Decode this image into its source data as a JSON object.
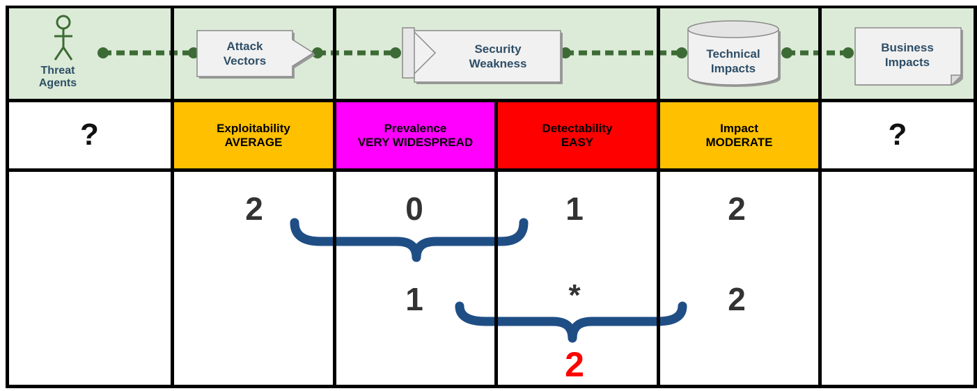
{
  "header": {
    "threat_agents": "Threat\nAgents",
    "attack_vectors": "Attack\nVectors",
    "security_weakness": "Security\nWeakness",
    "technical_impacts": "Technical\nImpacts",
    "business_impacts": "Business\nImpacts"
  },
  "factors": {
    "threat_agents": "?",
    "exploitability": "Exploitability\nAVERAGE",
    "prevalence": "Prevalence\nVERY WIDESPREAD",
    "detectability": "Detectability\nEASY",
    "impact": "Impact\nMODERATE",
    "business": "?"
  },
  "scores": {
    "exploitability": "2",
    "prevalence": "0",
    "detectability": "1",
    "impact": "2",
    "likelihood": "1",
    "operator": "*",
    "impact_repeat": "2",
    "risk": "2"
  },
  "colors": {
    "header_bg": "#dcebd7",
    "connector_green": "#3d6b35",
    "exploitability": "#ffc000",
    "prevalence": "#ff00ff",
    "detectability": "#ff0000",
    "impact": "#ffc000",
    "brace": "#1f4e85",
    "risk": "#ff0000"
  },
  "icons": [
    "stick-figure-icon",
    "arrow-box-icon",
    "cylinder-icon",
    "document-icon",
    "curly-brace-icon"
  ]
}
